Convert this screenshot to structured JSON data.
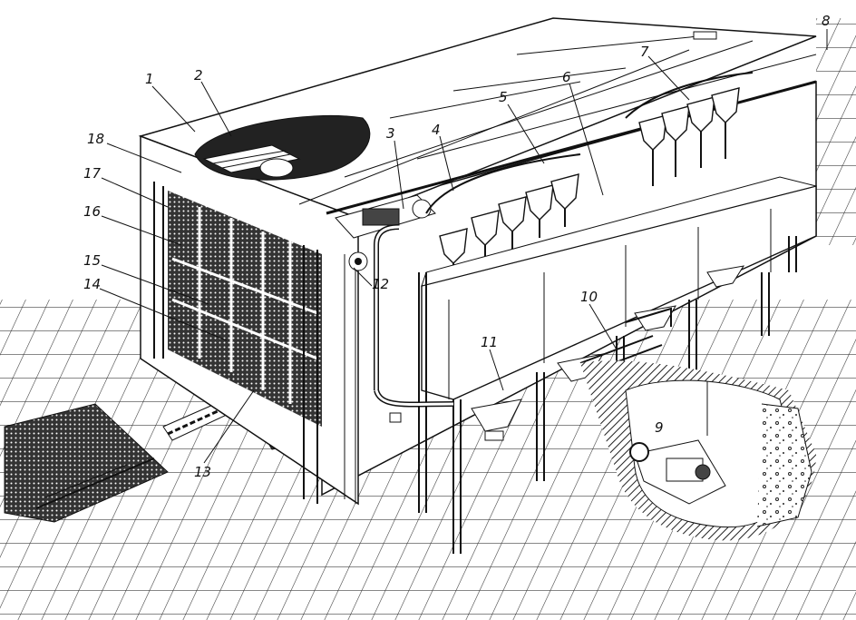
{
  "callouts": [
    {
      "id": "c1",
      "text": "1"
    },
    {
      "id": "c2",
      "text": "2"
    },
    {
      "id": "c3",
      "text": "3"
    },
    {
      "id": "c4",
      "text": "4"
    },
    {
      "id": "c5",
      "text": "5"
    },
    {
      "id": "c6",
      "text": "6"
    },
    {
      "id": "c7",
      "text": "7"
    },
    {
      "id": "c8",
      "text": "8"
    },
    {
      "id": "c9",
      "text": "9"
    },
    {
      "id": "c10",
      "text": "10"
    },
    {
      "id": "c11",
      "text": "11"
    },
    {
      "id": "c12",
      "text": "12"
    },
    {
      "id": "c13",
      "text": "13"
    },
    {
      "id": "c14",
      "text": "14"
    },
    {
      "id": "c15",
      "text": "15"
    },
    {
      "id": "c16",
      "text": "16"
    },
    {
      "id": "c17",
      "text": "17"
    },
    {
      "id": "c18",
      "text": "18"
    }
  ],
  "colors": {
    "ink": "#111111",
    "paper": "#ffffff"
  }
}
